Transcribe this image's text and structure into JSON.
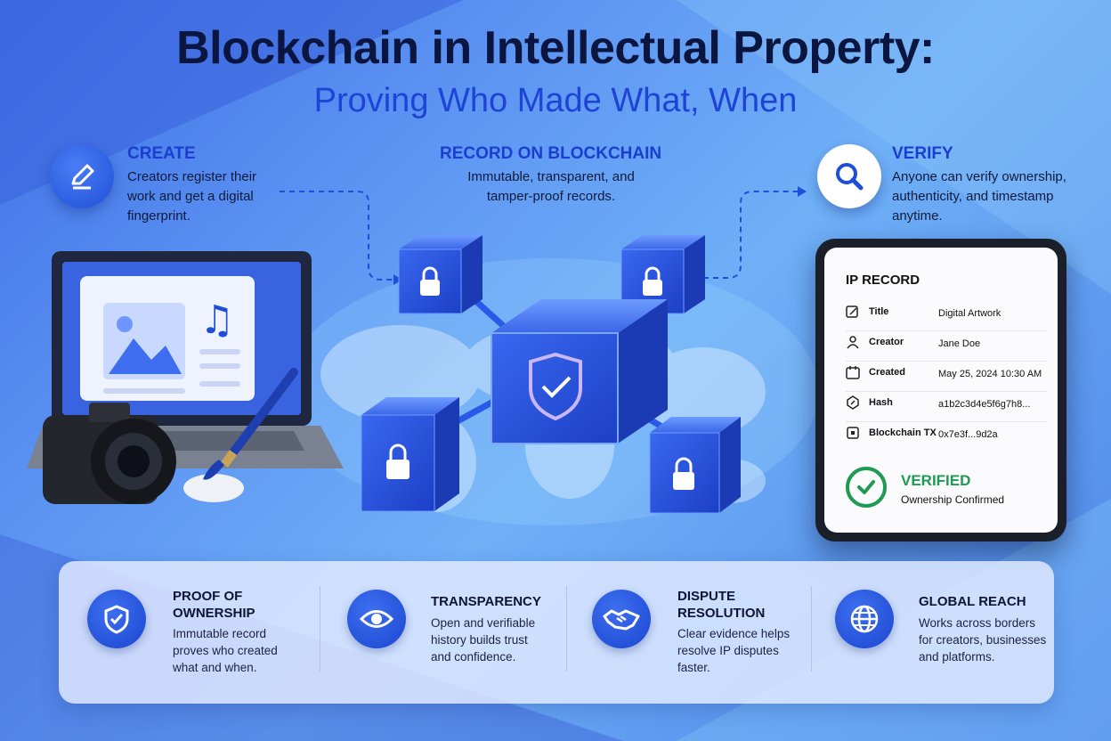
{
  "header": {
    "title": "Blockchain in Intellectual Property:",
    "subtitle": "Proving Who Made What, When"
  },
  "steps": [
    {
      "title": "CREATE",
      "desc": [
        "Creators register their",
        "work and get a digital",
        "fingerprint."
      ],
      "icon": "pencil-icon"
    },
    {
      "title": "RECORD ON BLOCKCHAIN",
      "desc": [
        "Immutable, transparent, and",
        "tamper-proof records."
      ]
    },
    {
      "title": "VERIFY",
      "desc": [
        "Anyone can verify ownership,",
        "authenticity, and timestamp",
        "anytime."
      ],
      "icon": "magnifier-icon"
    }
  ],
  "record": {
    "heading": "IP RECORD",
    "rows": [
      {
        "label": "Title",
        "value": "Digital Artwork",
        "icon": "edit-icon"
      },
      {
        "label": "Creator",
        "value": "Jane Doe",
        "icon": "user-icon"
      },
      {
        "label": "Created",
        "value": "May 25, 2024 10:30 AM",
        "icon": "calendar-icon"
      },
      {
        "label": "Hash",
        "value": "a1b2c3d4e5f6g7h8...",
        "icon": "hash-icon"
      },
      {
        "label": "Blockchain TX",
        "value": "0x7e3f...9d2a",
        "icon": "cube-icon"
      }
    ],
    "status": "VERIFIED",
    "status_sub": "Ownership Confirmed"
  },
  "features": [
    {
      "title": [
        "PROOF OF",
        "OWNERSHIP"
      ],
      "desc": [
        "Immutable record",
        "proves who created",
        "what and when."
      ],
      "icon": "shield-check-icon"
    },
    {
      "title": [
        "TRANSPARENCY"
      ],
      "desc": [
        "Open and verifiable",
        "history builds trust",
        "and confidence."
      ],
      "icon": "eye-icon"
    },
    {
      "title": [
        "DISPUTE",
        "RESOLUTION"
      ],
      "desc": [
        "Clear evidence helps",
        "resolve IP disputes",
        "faster."
      ],
      "icon": "handshake-icon"
    },
    {
      "title": [
        "GLOBAL REACH"
      ],
      "desc": [
        "Works across borders",
        "for creators, businesses",
        "and platforms."
      ],
      "icon": "globe-icon"
    }
  ],
  "colors": {
    "accent": "#1a3fd0",
    "verified": "#1f9a52",
    "title": "#0b1640"
  }
}
